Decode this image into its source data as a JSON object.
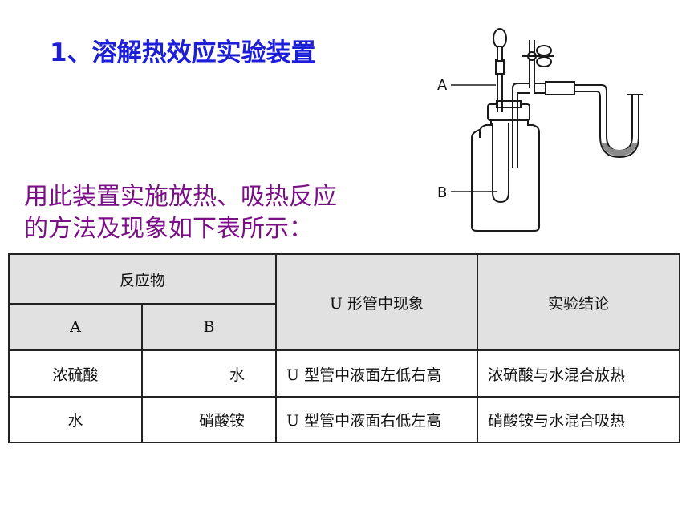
{
  "title": "1、溶解热效应实验装置",
  "intro": {
    "line1": "用此装置实施放热、吸热反应",
    "line2": "的方法及现象如下表所示："
  },
  "diagram": {
    "label_a": "A",
    "label_b": "B"
  },
  "table": {
    "headers": {
      "reactants": "反应物",
      "phenomenon": "U 形管中现象",
      "conclusion": "实验结论",
      "a": "A",
      "b": "B"
    },
    "rows": [
      {
        "a": "浓硫酸",
        "b": "水",
        "phenomenon": "U 型管中液面左低右高",
        "conclusion": "浓硫酸与水混合放热"
      },
      {
        "a": "水",
        "b": "硝酸铵",
        "phenomenon": "U 型管中液面右低左高",
        "conclusion": "硝酸铵与水混合吸热"
      }
    ]
  },
  "colors": {
    "title": "#1d1ed8",
    "intro": "#7a0f86",
    "header_bg": "#e1e1e1"
  }
}
